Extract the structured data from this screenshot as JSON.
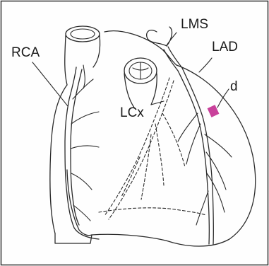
{
  "diagram": {
    "labels": {
      "rca": "RCA",
      "lms": "LMS",
      "lad": "LAD",
      "lcx": "LCx",
      "d": "d"
    },
    "colors": {
      "line": "#2a2a2a",
      "stenosis": "#c0208a",
      "border": "#333333"
    }
  }
}
